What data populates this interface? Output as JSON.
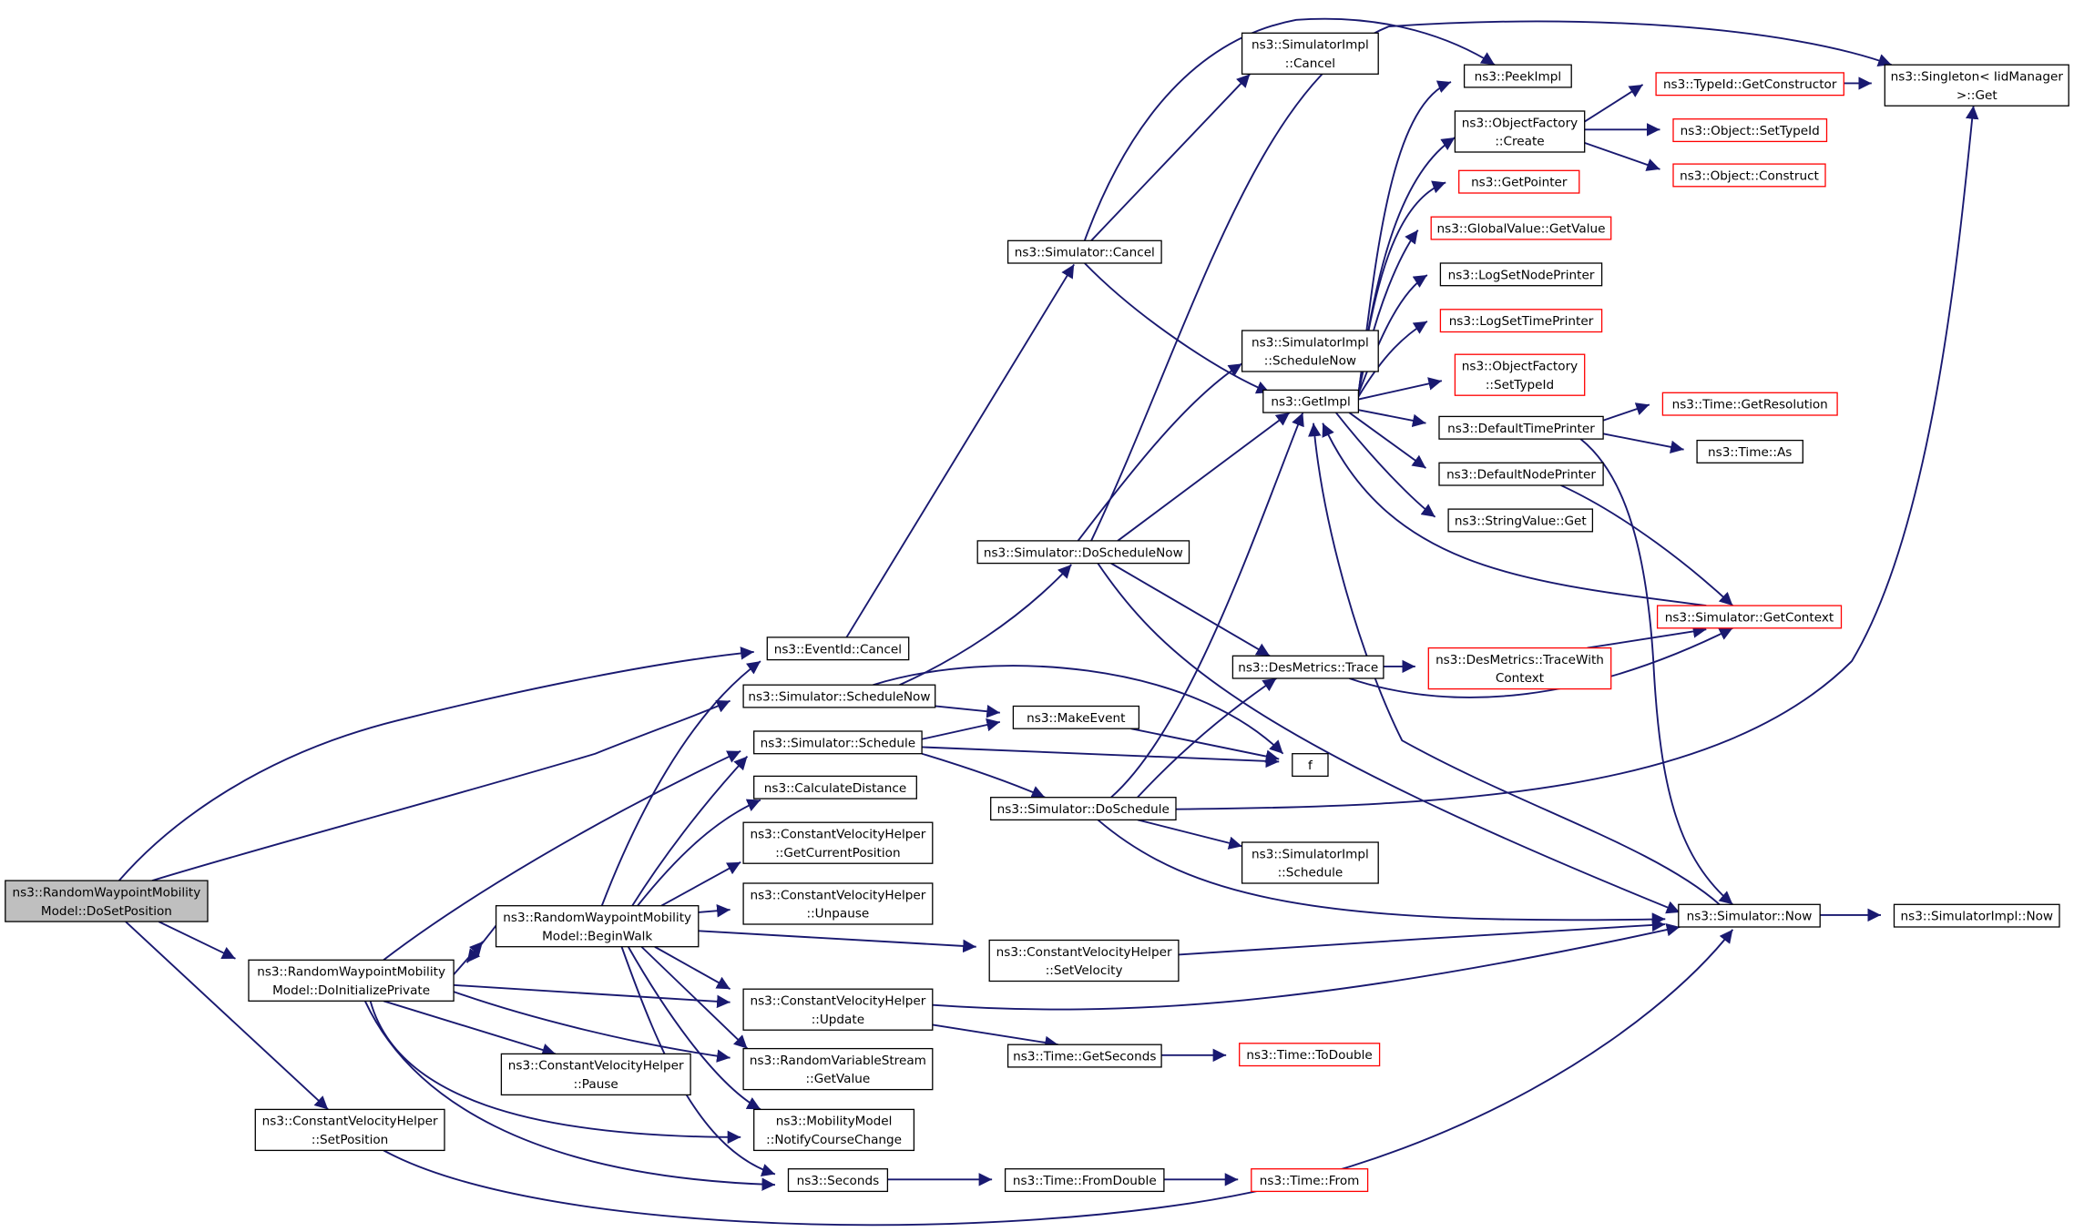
{
  "colors": {
    "edge": "#191970",
    "border_normal": "#000000",
    "border_truncated": "#ff0000",
    "focus_fill": "#bfbfbf",
    "node_fill": "#ffffff"
  },
  "nodes": [
    {
      "id": "doSetPosition",
      "lines": [
        "ns3::RandomWaypointMobility",
        "Model::DoSetPosition"
      ],
      "style": "focus"
    },
    {
      "id": "doInitializePrivate",
      "lines": [
        "ns3::RandomWaypointMobility",
        "Model::DoInitializePrivate"
      ],
      "style": "normal"
    },
    {
      "id": "cvhSetPosition",
      "lines": [
        "ns3::ConstantVelocityHelper",
        "::SetPosition"
      ],
      "style": "normal"
    },
    {
      "id": "beginWalk",
      "lines": [
        "ns3::RandomWaypointMobility",
        "Model::BeginWalk"
      ],
      "style": "normal"
    },
    {
      "id": "eventIdCancel",
      "lines": [
        "ns3::EventId::Cancel"
      ],
      "style": "normal"
    },
    {
      "id": "simScheduleNow",
      "lines": [
        "ns3::Simulator::ScheduleNow"
      ],
      "style": "normal"
    },
    {
      "id": "simSchedule",
      "lines": [
        "ns3::Simulator::Schedule"
      ],
      "style": "normal"
    },
    {
      "id": "calcDistance",
      "lines": [
        "ns3::CalculateDistance"
      ],
      "style": "normal"
    },
    {
      "id": "cvhGetCurrentPosition",
      "lines": [
        "ns3::ConstantVelocityHelper",
        "::GetCurrentPosition"
      ],
      "style": "normal"
    },
    {
      "id": "cvhUnpause",
      "lines": [
        "ns3::ConstantVelocityHelper",
        "::Unpause"
      ],
      "style": "normal"
    },
    {
      "id": "cvhUpdate",
      "lines": [
        "ns3::ConstantVelocityHelper",
        "::Update"
      ],
      "style": "normal"
    },
    {
      "id": "rvsGetValue",
      "lines": [
        "ns3::RandomVariableStream",
        "::GetValue"
      ],
      "style": "normal"
    },
    {
      "id": "cvhPause",
      "lines": [
        "ns3::ConstantVelocityHelper",
        "::Pause"
      ],
      "style": "normal"
    },
    {
      "id": "notifyCourseChange",
      "lines": [
        "ns3::MobilityModel",
        "::NotifyCourseChange"
      ],
      "style": "normal"
    },
    {
      "id": "seconds",
      "lines": [
        "ns3::Seconds"
      ],
      "style": "normal"
    },
    {
      "id": "simCancel",
      "lines": [
        "ns3::Simulator::Cancel"
      ],
      "style": "normal"
    },
    {
      "id": "simDoScheduleNow",
      "lines": [
        "ns3::Simulator::DoScheduleNow"
      ],
      "style": "normal"
    },
    {
      "id": "makeEvent",
      "lines": [
        "ns3::MakeEvent"
      ],
      "style": "normal"
    },
    {
      "id": "simDoSchedule",
      "lines": [
        "ns3::Simulator::DoSchedule"
      ],
      "style": "normal"
    },
    {
      "id": "cvhSetVelocity",
      "lines": [
        "ns3::ConstantVelocityHelper",
        "::SetVelocity"
      ],
      "style": "normal"
    },
    {
      "id": "timeGetSeconds",
      "lines": [
        "ns3::Time::GetSeconds"
      ],
      "style": "normal"
    },
    {
      "id": "timeFromDouble",
      "lines": [
        "ns3::Time::FromDouble"
      ],
      "style": "normal"
    },
    {
      "id": "simImplCancel",
      "lines": [
        "ns3::SimulatorImpl",
        "::Cancel"
      ],
      "style": "normal"
    },
    {
      "id": "simImplScheduleNow",
      "lines": [
        "ns3::SimulatorImpl",
        "::ScheduleNow"
      ],
      "style": "normal"
    },
    {
      "id": "getImpl",
      "lines": [
        "ns3::GetImpl"
      ],
      "style": "normal"
    },
    {
      "id": "desMetricsTrace",
      "lines": [
        "ns3::DesMetrics::Trace"
      ],
      "style": "normal"
    },
    {
      "id": "f",
      "lines": [
        "f"
      ],
      "style": "normal"
    },
    {
      "id": "simImplSchedule",
      "lines": [
        "ns3::SimulatorImpl",
        "::Schedule"
      ],
      "style": "normal"
    },
    {
      "id": "timeToDouble",
      "lines": [
        "ns3::Time::ToDouble"
      ],
      "style": "truncated"
    },
    {
      "id": "timeFrom",
      "lines": [
        "ns3::Time::From"
      ],
      "style": "truncated"
    },
    {
      "id": "peekImpl",
      "lines": [
        "ns3::PeekImpl"
      ],
      "style": "normal"
    },
    {
      "id": "objFactoryCreate",
      "lines": [
        "ns3::ObjectFactory",
        "::Create"
      ],
      "style": "normal"
    },
    {
      "id": "getPointer",
      "lines": [
        "ns3::GetPointer"
      ],
      "style": "truncated"
    },
    {
      "id": "globalValueGetValue",
      "lines": [
        "ns3::GlobalValue::GetValue"
      ],
      "style": "truncated"
    },
    {
      "id": "logSetNodePrinter",
      "lines": [
        "ns3::LogSetNodePrinter"
      ],
      "style": "normal"
    },
    {
      "id": "logSetTimePrinter",
      "lines": [
        "ns3::LogSetTimePrinter"
      ],
      "style": "truncated"
    },
    {
      "id": "objFactorySetTypeId",
      "lines": [
        "ns3::ObjectFactory",
        "::SetTypeId"
      ],
      "style": "truncated"
    },
    {
      "id": "defaultTimePrinter",
      "lines": [
        "ns3::DefaultTimePrinter"
      ],
      "style": "normal"
    },
    {
      "id": "defaultNodePrinter",
      "lines": [
        "ns3::DefaultNodePrinter"
      ],
      "style": "normal"
    },
    {
      "id": "stringValueGet",
      "lines": [
        "ns3::StringValue::Get"
      ],
      "style": "normal"
    },
    {
      "id": "desMetricsTraceWithContext",
      "lines": [
        "ns3::DesMetrics::TraceWith",
        "Context"
      ],
      "style": "truncated"
    },
    {
      "id": "simNow",
      "lines": [
        "ns3::Simulator::Now"
      ],
      "style": "normal"
    },
    {
      "id": "typeIdGetConstructor",
      "lines": [
        "ns3::TypeId::GetConstructor"
      ],
      "style": "truncated"
    },
    {
      "id": "objectSetTypeId",
      "lines": [
        "ns3::Object::SetTypeId"
      ],
      "style": "truncated"
    },
    {
      "id": "objectConstruct",
      "lines": [
        "ns3::Object::Construct"
      ],
      "style": "truncated"
    },
    {
      "id": "timeGetResolution",
      "lines": [
        "ns3::Time::GetResolution"
      ],
      "style": "truncated"
    },
    {
      "id": "timeAs",
      "lines": [
        "ns3::Time::As"
      ],
      "style": "normal"
    },
    {
      "id": "simGetContext",
      "lines": [
        "ns3::Simulator::GetContext"
      ],
      "style": "truncated"
    },
    {
      "id": "singletonGet",
      "lines": [
        "ns3::Singleton< IidManager",
        " >::Get"
      ],
      "style": "normal"
    },
    {
      "id": "simImplNow",
      "lines": [
        "ns3::SimulatorImpl::Now"
      ],
      "style": "normal"
    }
  ]
}
